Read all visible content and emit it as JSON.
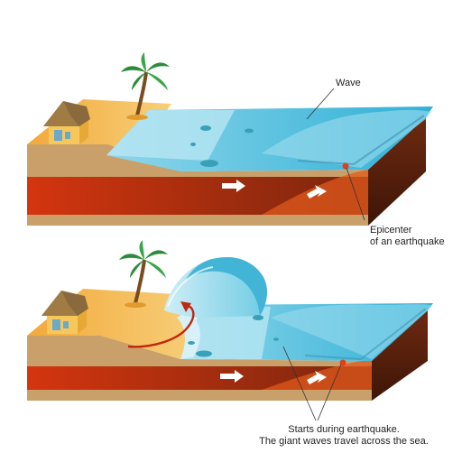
{
  "labels": {
    "wave": "Wave",
    "epicenter_line1": "Epicenter",
    "epicenter_line2": "of an earthquake",
    "starts_line1": "Starts during earthquake.",
    "starts_line2": "The giant waves travel across the sea."
  },
  "colors": {
    "sand": "#f4b245",
    "soil": "#c9a06a",
    "crust_red": "#c1270e",
    "crust_dark": "#5a1f0c",
    "water": "#5cc3e0",
    "water_light": "#bfe8f3",
    "arrow": "#c1270e"
  },
  "icons": [
    "house-icon",
    "palm-tree-icon",
    "plate-motion-arrow-icon",
    "curved-wave-arrow-icon"
  ]
}
